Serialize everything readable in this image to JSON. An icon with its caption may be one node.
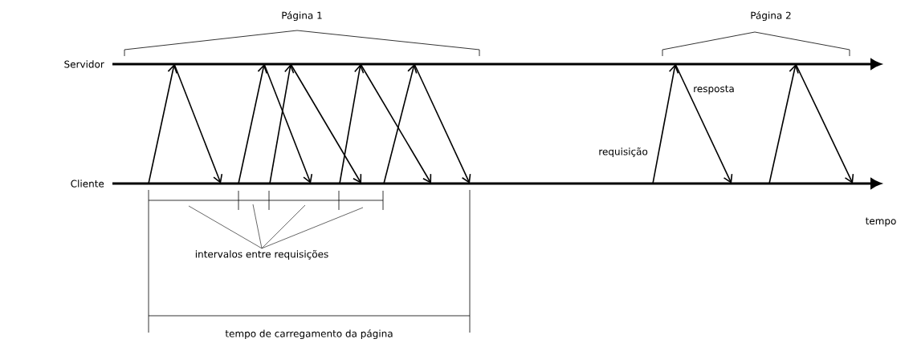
{
  "diagram": {
    "nodes": [
      {
        "text": [
          "Servidor"
        ]
      },
      {
        "text": [
          "Cliente"
        ]
      },
      {
        "text": [
          "intervalos entre requisições"
        ]
      }
    ],
    "edges": [
      {
        "from": 1,
        "to": 0,
        "arrow": "to"
      },
      {
        "from": 0,
        "to": 1,
        "arrow": "to"
      },
      {
        "from": 1,
        "to": 0,
        "arrow": "to"
      },
      {
        "from": 0,
        "to": 1,
        "arrow": "to"
      },
      {
        "from": 1,
        "to": 0,
        "arrow": "to"
      },
      {
        "from": 0,
        "to": 1,
        "arrow": "to"
      },
      {
        "from": 1,
        "to": 0,
        "arrow": "to"
      },
      {
        "from": 0,
        "to": 1,
        "arrow": "to"
      },
      {
        "from": 1,
        "to": 0,
        "arrow": "to"
      },
      {
        "from": 0,
        "to": 1,
        "arrow": "to"
      },
      {
        "from": 1,
        "to": 0,
        "arrow": "to",
        "label": "requisição"
      },
      {
        "from": 0,
        "to": 1,
        "arrow": "to",
        "label": "resposta"
      },
      {
        "from": 1,
        "to": 0,
        "arrow": "to"
      },
      {
        "from": 0,
        "to": 1,
        "arrow": "to"
      },
      {
        "from": 2,
        "to": null,
        "arrow": "none"
      },
      {
        "from": 2,
        "to": null,
        "arrow": "none"
      },
      {
        "from": 2,
        "to": null,
        "arrow": "none"
      },
      {
        "from": 2,
        "to": null,
        "arrow": "none"
      }
    ],
    "labels": [
      "Página 1",
      "Página 2",
      "tempo",
      "tempo de carregamento da página"
    ]
  }
}
